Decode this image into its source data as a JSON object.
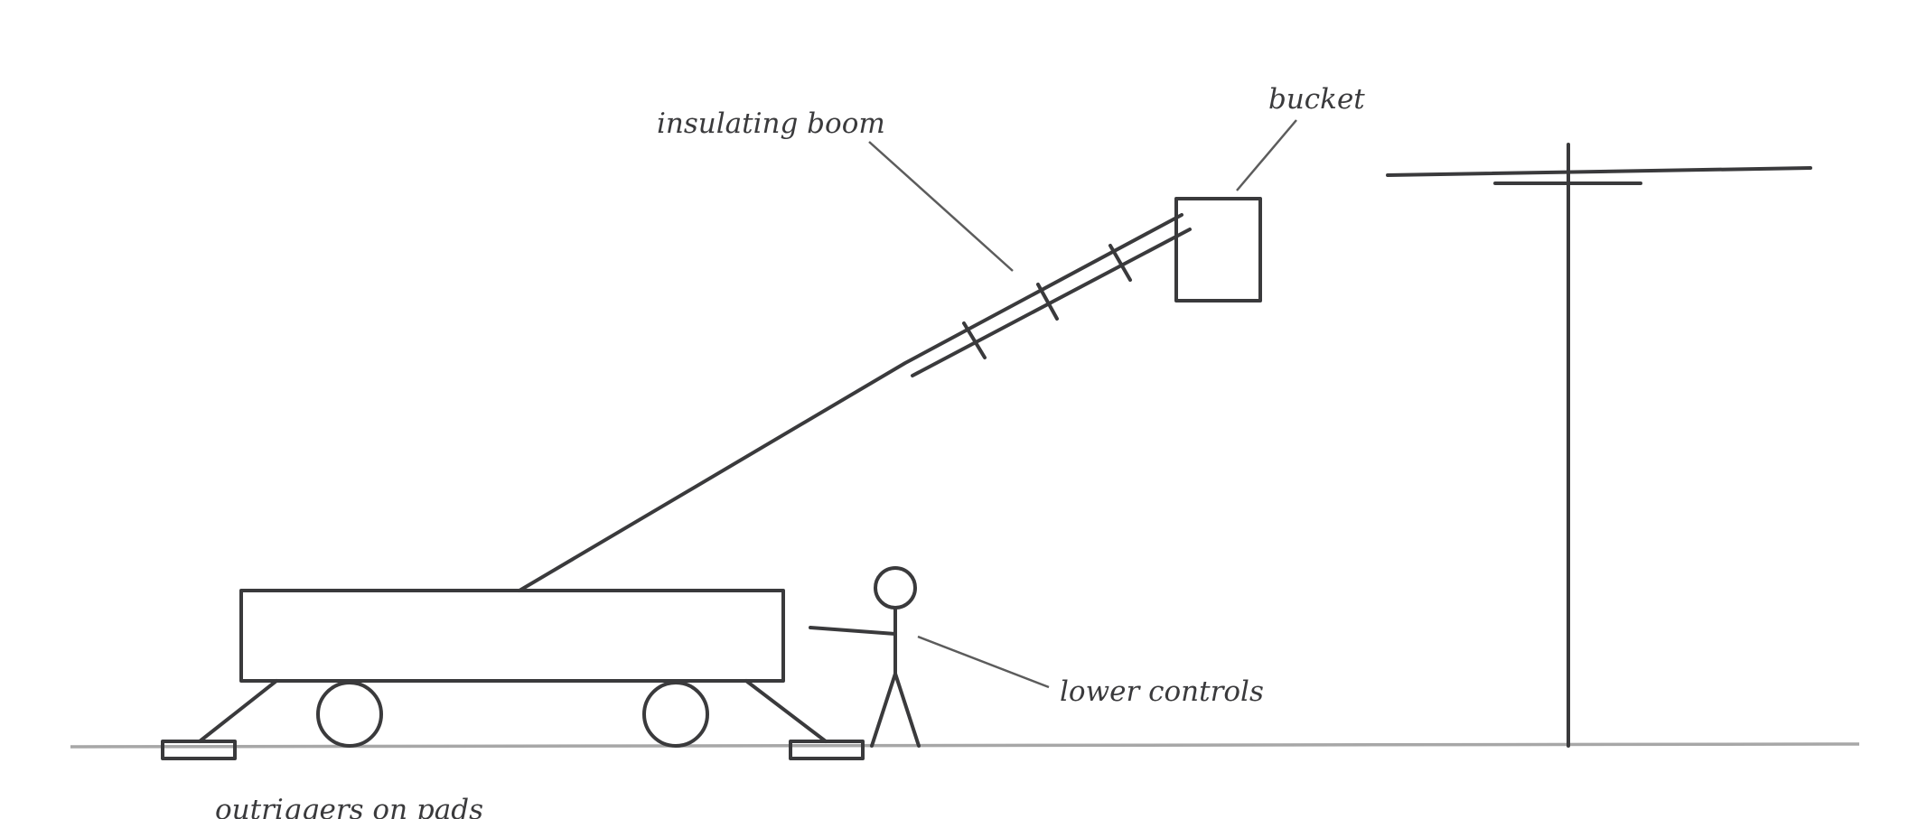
{
  "labels": {
    "boom": "insulating boom",
    "bucket": "bucket",
    "controls": "lower controls",
    "outriggers": "outriggers on pads"
  },
  "colors": {
    "ink": "#3a3a3c",
    "ground": "#a7a7a7",
    "leader": "#5c5c5c",
    "background": "#ffffff"
  }
}
